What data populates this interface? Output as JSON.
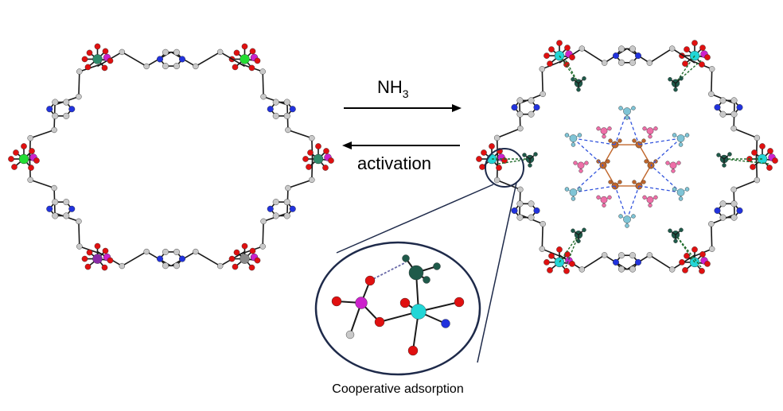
{
  "labels": {
    "forward_reagent": "NH",
    "forward_subscript": "3",
    "reverse_label": "activation",
    "caption": "Cooperative adsorption"
  },
  "colors": {
    "bond": "#1a1a1a",
    "oxygen": "#e01010",
    "carbon": "#c9c9c9",
    "nitrogen": "#2233dd",
    "phosphorus": "#cc22cc",
    "metal_green": "#22dd33",
    "metal_teal": "#2e8b6b",
    "metal_gray": "#8a8a8a",
    "metal_purple": "#8a2aa8",
    "metal_cyan": "#22d6d6",
    "ammonia_dark": "#1f5a4a",
    "ammonia_light": "#7fc4d6",
    "ammonia_pink": "#ee6fa8",
    "water_brown": "#c0662a",
    "hbond_blue": "#3355dd",
    "hbond_green": "#1f6b2a",
    "highlight_circle": "#1e2a4a"
  },
  "panels": {
    "left": "activated-ring",
    "right": "ammonia-loaded-ring",
    "inset": "cooperative-site-zoom"
  }
}
